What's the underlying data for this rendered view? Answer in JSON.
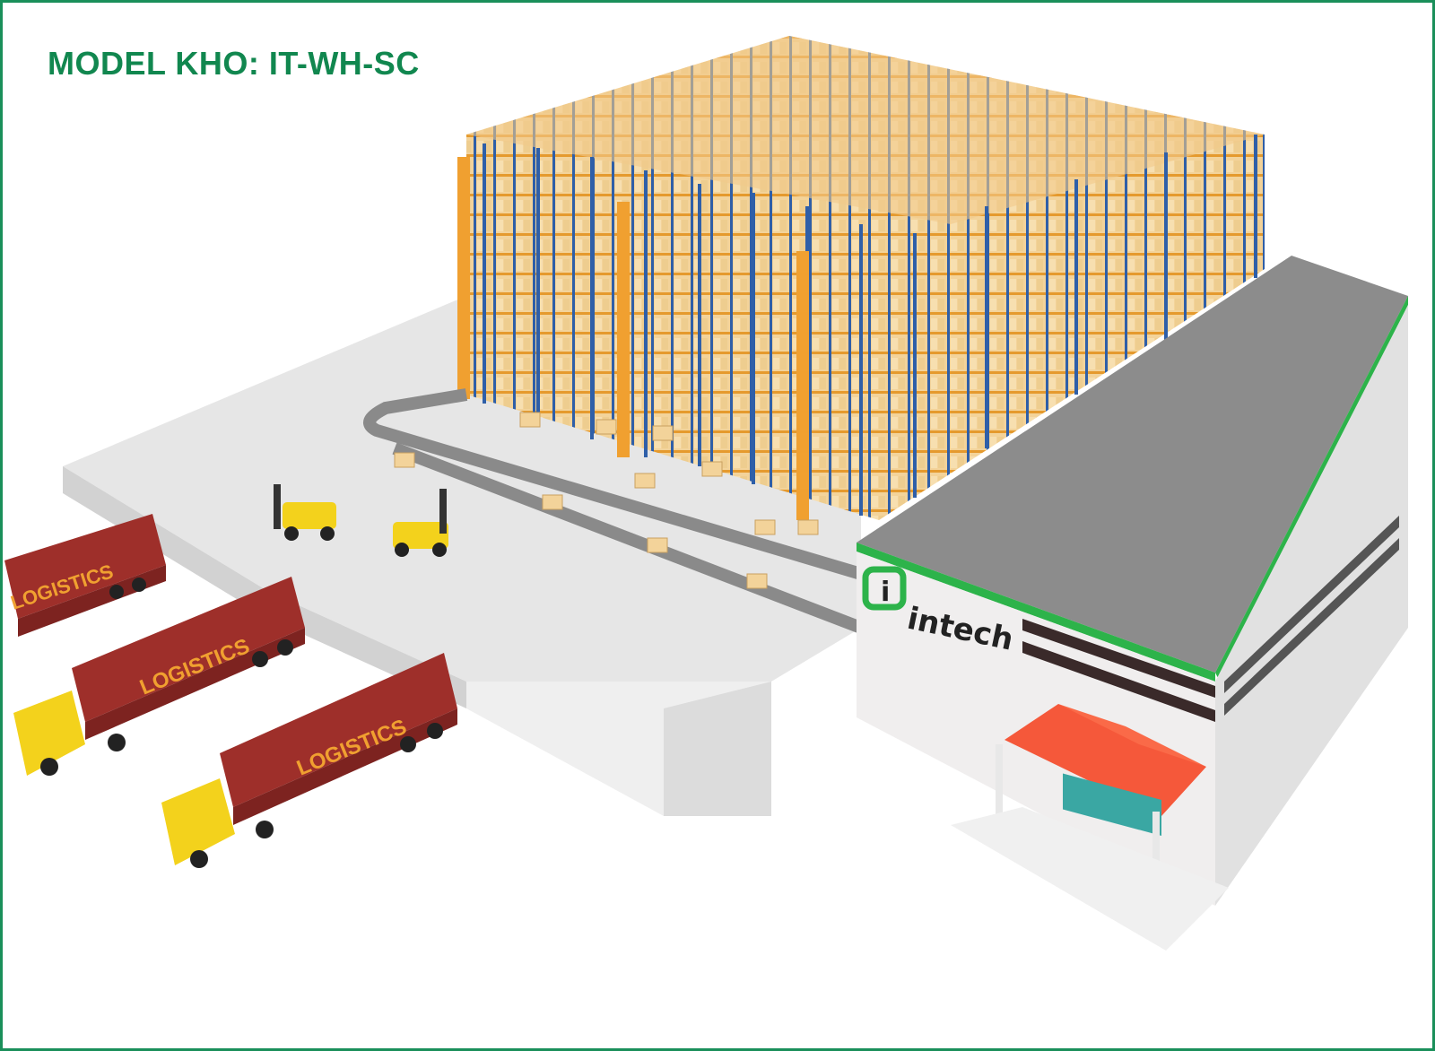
{
  "title": "MODEL KHO: IT-WH-SC",
  "building": {
    "logo_text": "intech",
    "logo_icon": "intech-i-logo-icon",
    "accent_green": "#2db34a",
    "roof_gray": "#8c8c8c",
    "stripe_dark": "#3a2a2a",
    "canopy_red": "#f5583a",
    "door_teal": "#3aa7a3"
  },
  "trucks": [
    {
      "label": "LOGISTICS"
    },
    {
      "label": "LOGISTICS"
    },
    {
      "label": "LOGISTICS"
    }
  ],
  "colors": {
    "frame": "#1a8f5a",
    "title": "#11874f",
    "rack_blue": "#2f5fa8",
    "rack_orange": "#f0a030",
    "pallet": "#f3d39a",
    "container_red": "#9e2f2a",
    "truck_yellow": "#f3d21c",
    "floor": "#e4e4e4"
  }
}
